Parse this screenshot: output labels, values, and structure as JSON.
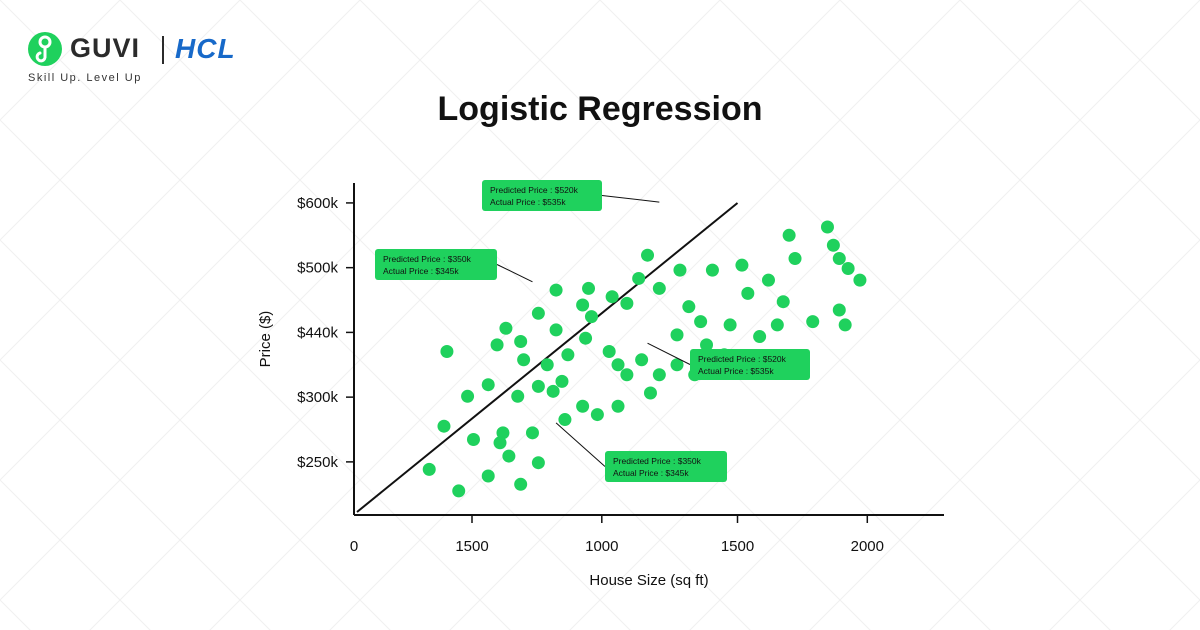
{
  "brand": {
    "name": "GUVI",
    "partner": "HCL",
    "tagline": "Skill Up. Level Up"
  },
  "colors": {
    "accent": "#1fd15d",
    "axis": "#111111",
    "partner": "#1769c9"
  },
  "chart_data": {
    "type": "scatter",
    "title": "Logistic Regression",
    "xlabel": "House Size (sq ft)",
    "ylabel": "Price ($)",
    "x_tick_labels": [
      "0",
      "1500",
      "1000",
      "1500",
      "2000"
    ],
    "y_tick_labels": [
      "$250k",
      "$300k",
      "$440k",
      "$500k",
      "$600k"
    ],
    "grid": false,
    "regression_line": true,
    "points": [
      [
        0.1275,
        0.1375
      ],
      [
        0.1775,
        0.0725
      ],
      [
        0.2025,
        0.2275
      ],
      [
        0.2275,
        0.1175
      ],
      [
        0.2525,
        0.2475
      ],
      [
        0.2825,
        0.0925
      ],
      [
        0.1525,
        0.2675
      ],
      [
        0.1925,
        0.3575
      ],
      [
        0.2275,
        0.3925
      ],
      [
        0.2775,
        0.3575
      ],
      [
        0.3125,
        0.3875
      ],
      [
        0.3525,
        0.4025
      ],
      [
        0.1575,
        0.4925
      ],
      [
        0.2425,
        0.5125
      ],
      [
        0.2875,
        0.4675
      ],
      [
        0.3275,
        0.4525
      ],
      [
        0.3625,
        0.4825
      ],
      [
        0.3925,
        0.5325
      ],
      [
        0.2575,
        0.5625
      ],
      [
        0.2825,
        0.5225
      ],
      [
        0.3425,
        0.5575
      ],
      [
        0.4025,
        0.5975
      ],
      [
        0.3125,
        0.6075
      ],
      [
        0.3875,
        0.6325
      ],
      [
        0.3425,
        0.6775
      ],
      [
        0.3975,
        0.6825
      ],
      [
        0.4375,
        0.6575
      ],
      [
        0.4625,
        0.6375
      ],
      [
        0.4825,
        0.7125
      ],
      [
        0.5175,
        0.6825
      ],
      [
        0.2475,
        0.2175
      ],
      [
        0.3025,
        0.2475
      ],
      [
        0.2625,
        0.1775
      ],
      [
        0.3125,
        0.1575
      ],
      [
        0.3375,
        0.3725
      ],
      [
        0.3875,
        0.3275
      ],
      [
        0.3575,
        0.2875
      ],
      [
        0.4125,
        0.3025
      ],
      [
        0.4475,
        0.3275
      ],
      [
        0.5025,
        0.3675
      ],
      [
        0.5175,
        0.4225
      ],
      [
        0.4625,
        0.4225
      ],
      [
        0.4475,
        0.4525
      ],
      [
        0.4875,
        0.4675
      ],
      [
        0.5475,
        0.4525
      ],
      [
        0.5775,
        0.4225
      ],
      [
        0.5475,
        0.5425
      ],
      [
        0.5975,
        0.5125
      ],
      [
        0.5875,
        0.5825
      ],
      [
        0.6375,
        0.5725
      ],
      [
        0.6275,
        0.4825
      ],
      [
        0.6875,
        0.5375
      ],
      [
        0.6675,
        0.6675
      ],
      [
        0.7275,
        0.6425
      ],
      [
        0.7775,
        0.5825
      ],
      [
        0.8225,
        0.6175
      ],
      [
        0.7375,
        0.8425
      ],
      [
        0.8025,
        0.8675
      ],
      [
        0.8125,
        0.8125
      ],
      [
        0.7475,
        0.7725
      ],
      [
        0.8225,
        0.7725
      ],
      [
        0.8375,
        0.7425
      ],
      [
        0.8575,
        0.7075
      ],
      [
        0.4975,
        0.7825
      ],
      [
        0.5675,
        0.6275
      ],
      [
        0.6075,
        0.7375
      ],
      [
        0.6575,
        0.7525
      ],
      [
        0.7025,
        0.7075
      ],
      [
        0.7175,
        0.5725
      ],
      [
        0.8325,
        0.5725
      ],
      [
        0.4325,
        0.4925
      ],
      [
        0.5525,
        0.7375
      ]
    ],
    "annotations": [
      {
        "line1": "Predicted Price : $520k",
        "line2": "Actual Price : $535k"
      },
      {
        "line1": "Predicted Price : $350k",
        "line2": "Actual Price : $345k"
      },
      {
        "line1": "Predicted Price : $520k",
        "line2": "Actual Price : $535k"
      },
      {
        "line1": "Predicted Price : $350k",
        "line2": "Actual Price : $345k"
      }
    ]
  }
}
